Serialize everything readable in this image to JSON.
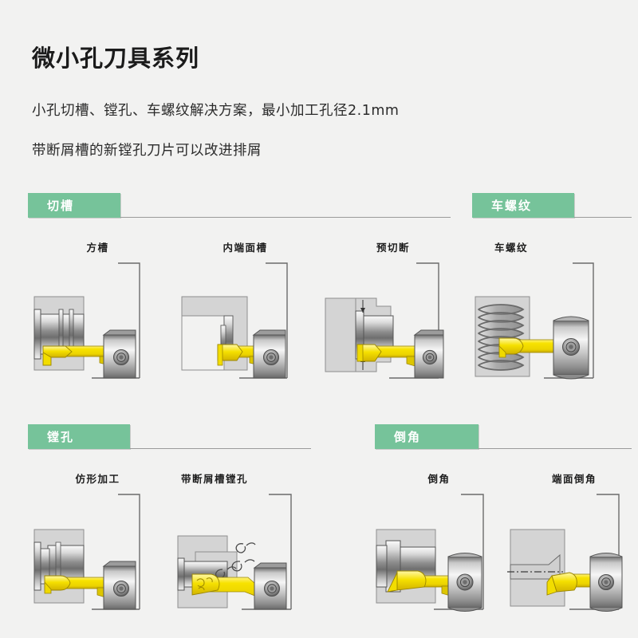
{
  "header": {
    "title": "微小孔刀具系列",
    "subtitle_line1": "小孔切槽、镗孔、车螺纹解决方案，最小加工孔径2.1mm",
    "subtitle_line2": "带断屑槽的新镗孔刀片可以改进排屑"
  },
  "theme": {
    "page_background": "#f2f2f1",
    "tab_green": "#76c39a",
    "tab_text": "#ffffff",
    "rule_gray": "#9a9a9a",
    "tool_yellow": "#f2e300",
    "tool_yellow_dark": "#d8c200",
    "workpiece_gray": "#d2d2d2",
    "metal_light": "#f4f4f4",
    "metal_dark": "#5f5f5f",
    "outline": "#4a4a4a",
    "text_dark": "#1b1b1b"
  },
  "sections": [
    {
      "id": "grooving",
      "tab_label": "切槽",
      "cells": [
        {
          "id": "square-groove",
          "title": "方槽",
          "icon": "groove-square-tool-icon"
        },
        {
          "id": "inner-face-groove",
          "title": "内端面槽",
          "icon": "groove-face-tool-icon"
        },
        {
          "id": "pre-cutoff",
          "title": "预切断",
          "icon": "parting-tool-icon"
        }
      ]
    },
    {
      "id": "threading",
      "tab_label": "车螺纹",
      "cells": [
        {
          "id": "thread-turning",
          "title": "车螺纹",
          "icon": "threading-tool-icon"
        }
      ]
    },
    {
      "id": "boring",
      "tab_label": "镗孔",
      "cells": [
        {
          "id": "profile-boring",
          "title": "仿形加工",
          "icon": "profiling-tool-icon"
        },
        {
          "id": "chipbreaker-boring",
          "title": "带断屑槽镗孔",
          "icon": "chipbreaker-tool-icon"
        }
      ]
    },
    {
      "id": "chamfering",
      "tab_label": "倒角",
      "cells": [
        {
          "id": "chamfer",
          "title": "倒角",
          "icon": "chamfer-tool-icon"
        },
        {
          "id": "face-chamfer",
          "title": "端面倒角",
          "icon": "face-chamfer-tool-icon"
        }
      ]
    }
  ]
}
